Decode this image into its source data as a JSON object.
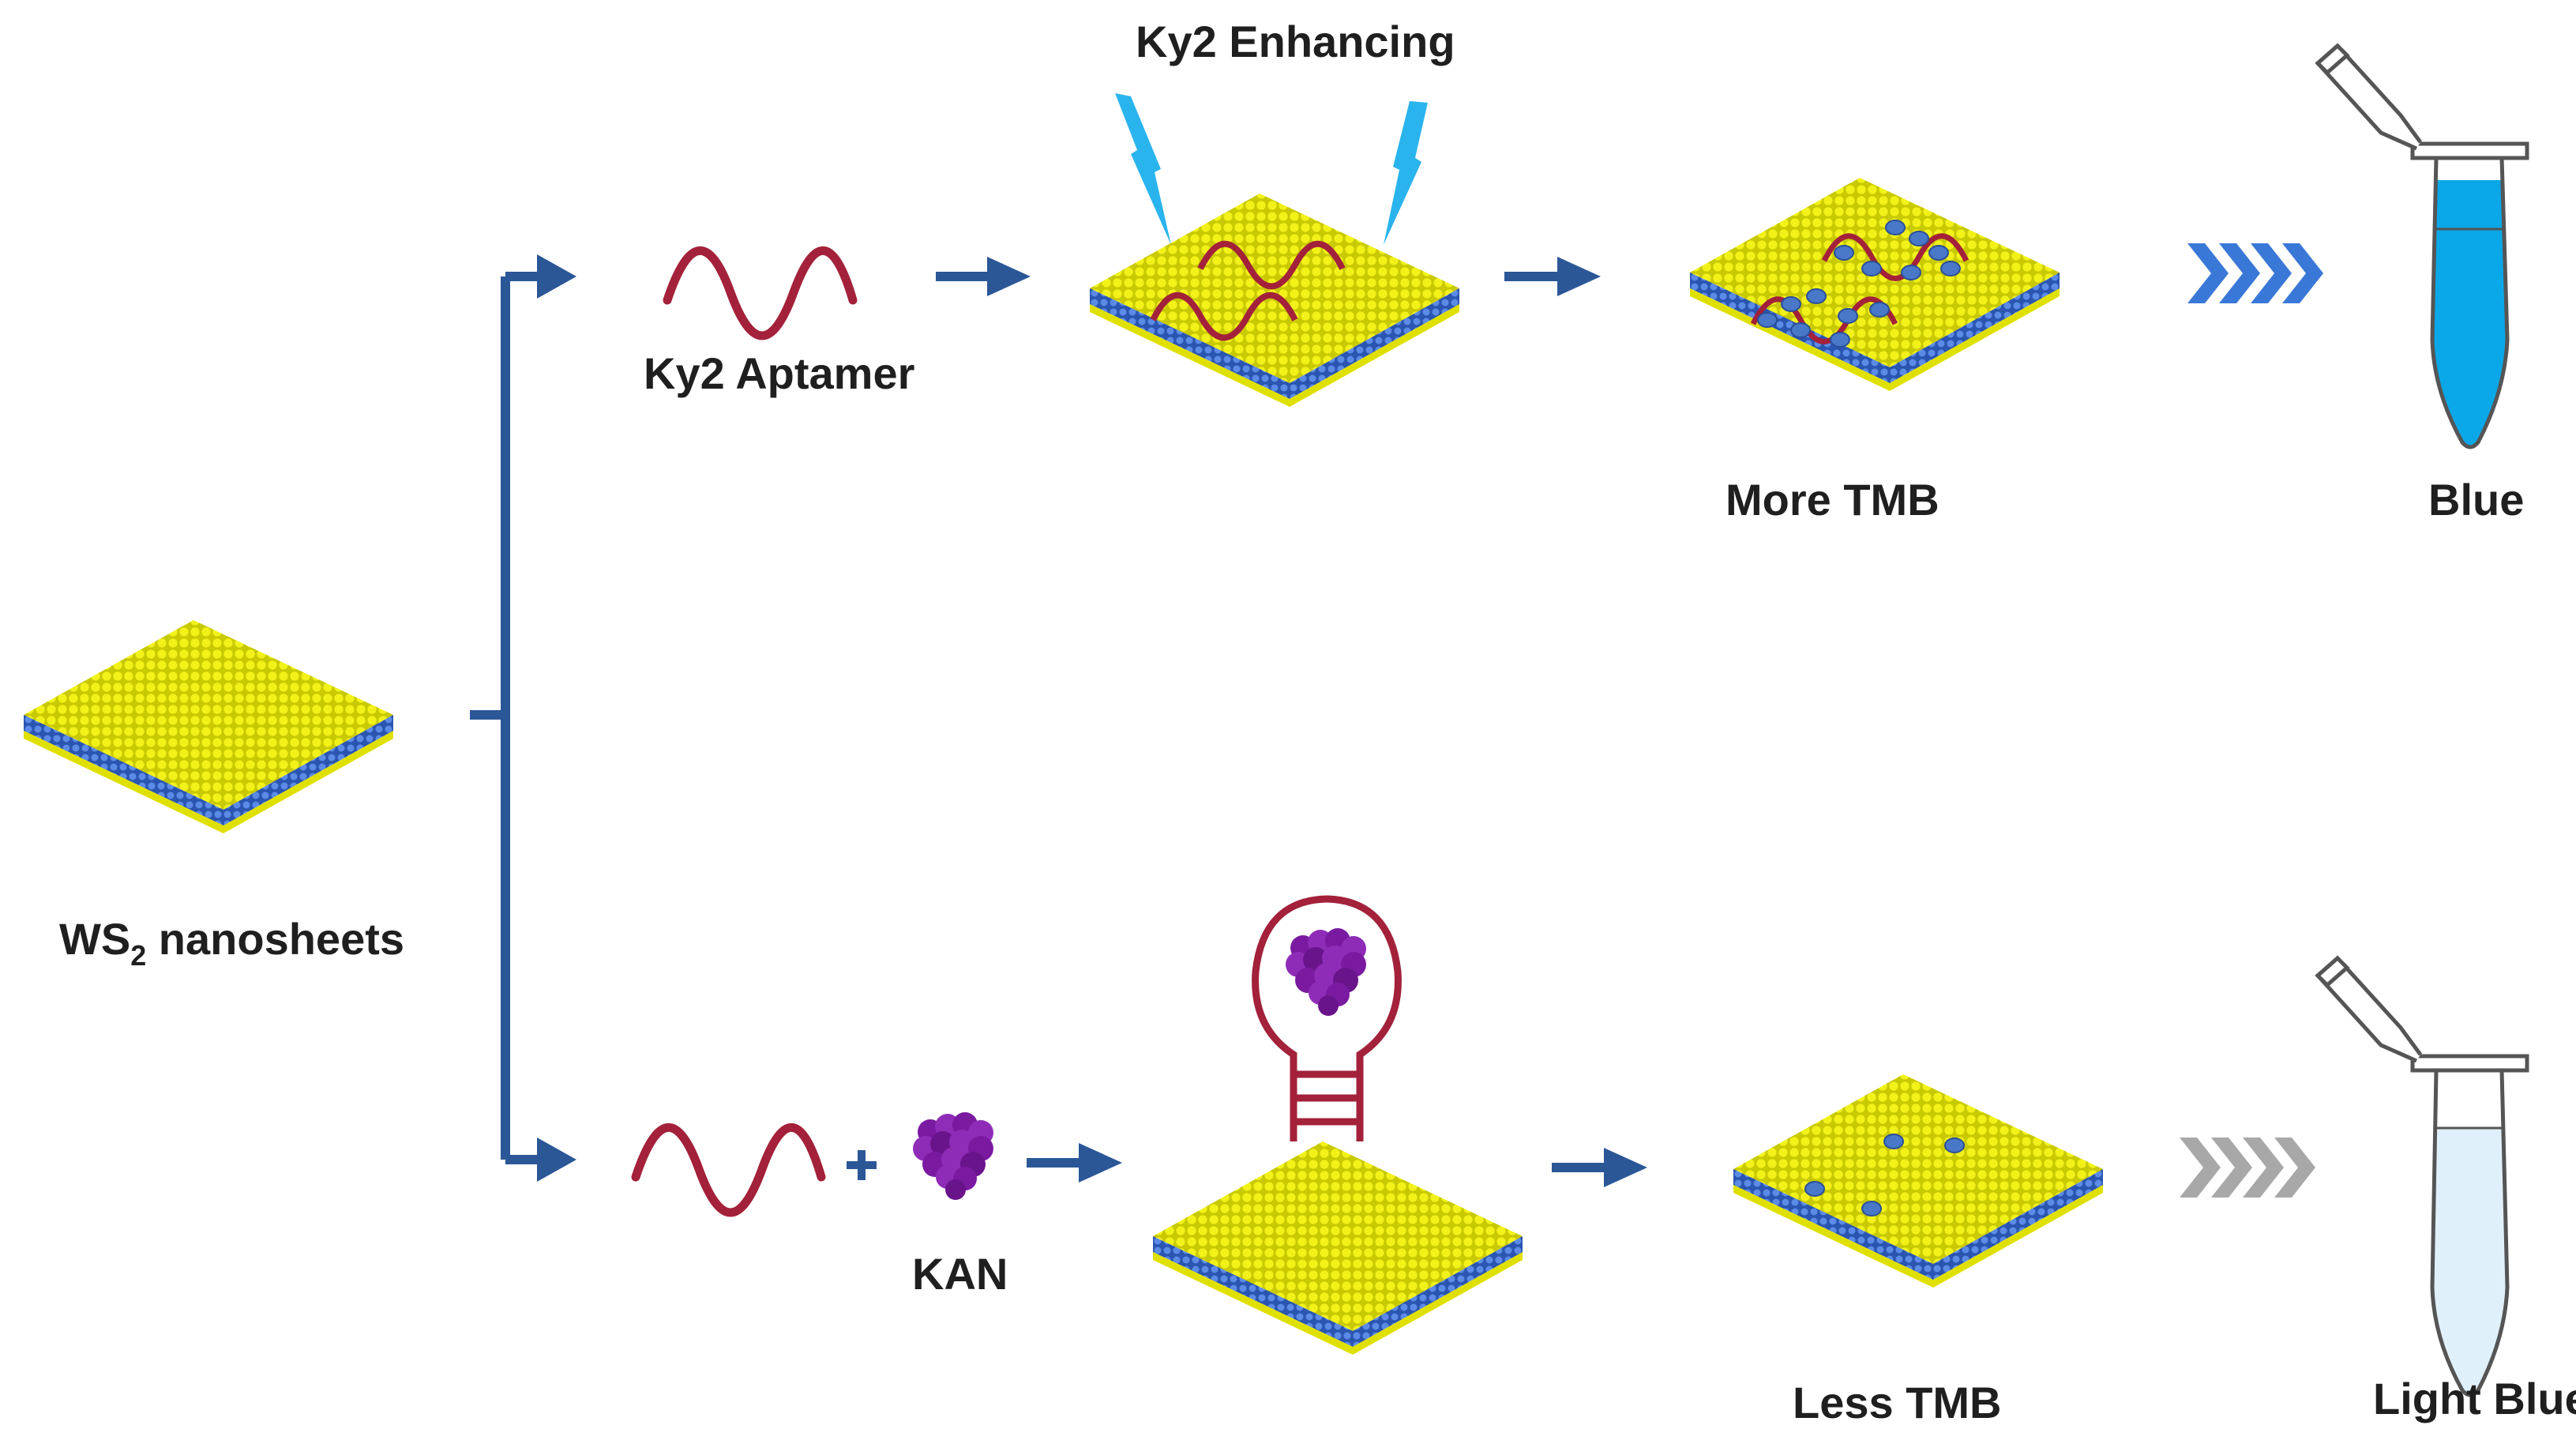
{
  "labels": {
    "enhancing": "Ky2 Enhancing",
    "aptamer": "Ky2 Aptamer",
    "more_tmb": "More TMB",
    "blue": "Blue",
    "ws2_main": "WS",
    "ws2_sub": "2",
    "ws2_rest": " nanosheets",
    "kan": "KAN",
    "less_tmb": "Less TMB",
    "light_blue": "Light Blue"
  },
  "colors": {
    "arrow": "#2b5797",
    "sheet_top": "#e6e600",
    "sheet_base": "#3b6fd0",
    "aptamer": "#a3213a",
    "lightning": "#2ab4ee",
    "tmb": "#4a78c8",
    "kan": "#7a1aa0",
    "blue_liquid": "#0aa8e8",
    "light_blue_liquid": "#e0f0fb",
    "chevron_blue": "#3a78d8",
    "chevron_gray": "#a8a8a8"
  },
  "icons": [
    "lightning-icon",
    "aptamer-wave-icon",
    "nanosheet-icon",
    "tmb-dot-icon",
    "kan-cluster-icon",
    "tube-icon",
    "chevron-icon",
    "hairpin-icon"
  ]
}
